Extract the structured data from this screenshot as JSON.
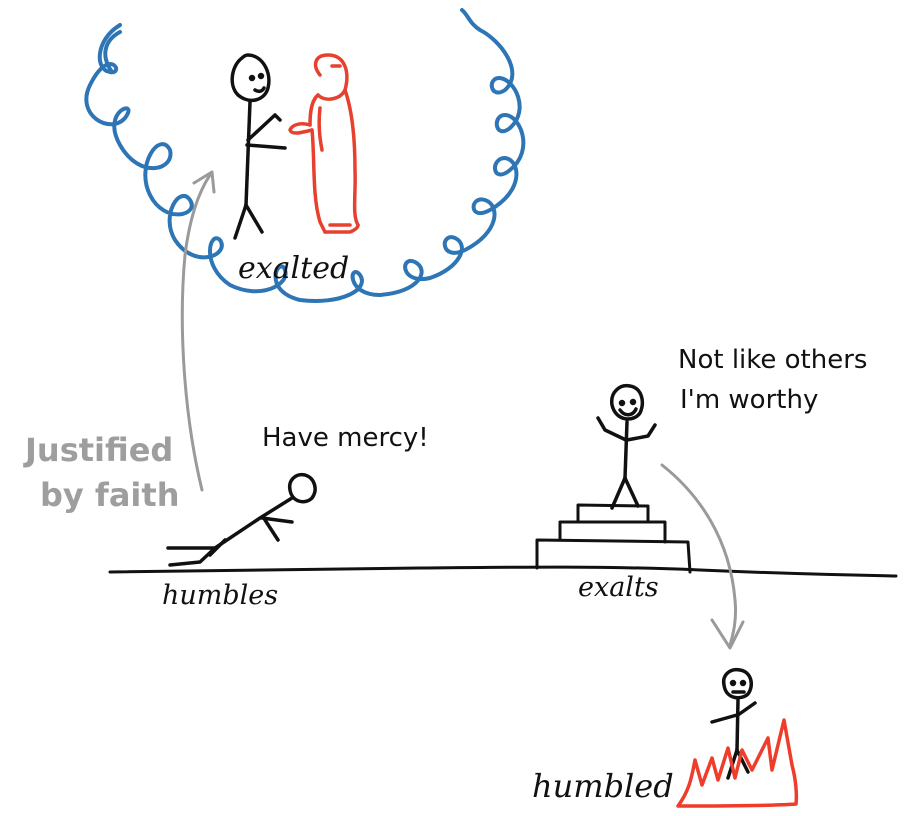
{
  "labels": {
    "exalted": "exalted",
    "have_mercy": "Have mercy!",
    "not_like_others_line1": "Not like others",
    "not_like_others_line2": "I'm worthy",
    "justified_line1": "Justified",
    "justified_line2": "by faith",
    "humbles": "humbles",
    "exalts": "exalts",
    "humbled": "humbled"
  },
  "colors": {
    "ink": "#111111",
    "heaven": "#2e75b6",
    "god": "#e8402f",
    "arrow": "#9a9a9a",
    "fire": "#f03c2a",
    "justified_text": "#9e9e9e"
  }
}
